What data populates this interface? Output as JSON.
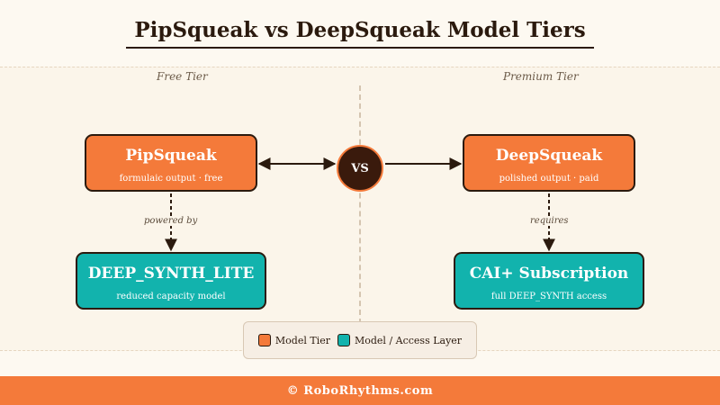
{
  "title": "PipSqueak vs DeepSqueak Model Tiers",
  "tiers": {
    "left": "Free Tier",
    "right": "Premium Tier"
  },
  "nodes": {
    "pipsqueak": {
      "title": "PipSqueak",
      "subtitle": "formulaic output · free"
    },
    "deepsqueak": {
      "title": "DeepSqueak",
      "subtitle": "polished output · paid"
    },
    "deep_synth_lite": {
      "title": "DEEP_SYNTH_LITE",
      "subtitle": "reduced capacity model"
    },
    "cai_subscription": {
      "title": "CAI+ Subscription",
      "subtitle": "full DEEP_SYNTH access"
    }
  },
  "vs_label": "VS",
  "edge_labels": {
    "left": "powered by",
    "right": "requires"
  },
  "legend": {
    "model_tier": "Model Tier",
    "access_layer": "Model / Access Layer"
  },
  "footer": "© RoboRhythms.com",
  "colors": {
    "orange": "#f47a3a",
    "teal": "#12b3ad",
    "dark": "#2b1a0e"
  }
}
